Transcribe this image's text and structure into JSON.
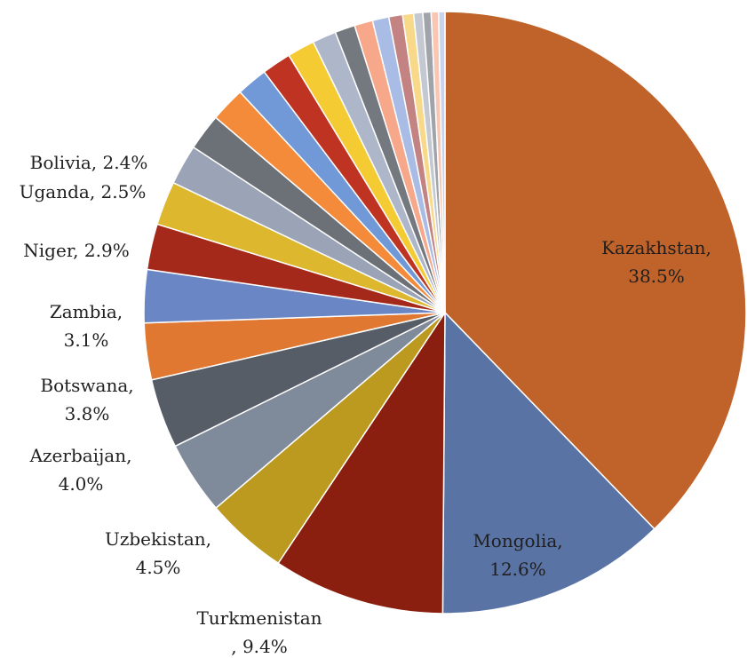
{
  "chart_data": {
    "type": "pie",
    "title": "",
    "start_angle_deg": 0,
    "direction": "clockwise",
    "slices": [
      {
        "label": "Kazakhstan",
        "value": 38.5,
        "display": "38.5%",
        "color": "#C0632B",
        "text": [
          "Kazakhstan,",
          "38.5%"
        ]
      },
      {
        "label": "Mongolia",
        "value": 12.6,
        "display": "12.6%",
        "color": "#5A73A5",
        "text": [
          "Mongolia,",
          "12.6%"
        ]
      },
      {
        "label": "Turkmenistan",
        "value": 9.4,
        "display": "9.4%",
        "color": "#8A1F10",
        "text": [
          "Turkmenistan",
          ", 9.4%"
        ]
      },
      {
        "label": "Uzbekistan",
        "value": 4.5,
        "display": "4.5%",
        "color": "#BC9A20",
        "text": [
          "Uzbekistan,",
          "4.5%"
        ]
      },
      {
        "label": "Azerbaijan",
        "value": 4.0,
        "display": "4.0%",
        "color": "#7F8A9A",
        "text": [
          "Azerbaijan,",
          "4.0%"
        ]
      },
      {
        "label": "Botswana",
        "value": 3.8,
        "display": "3.8%",
        "color": "#575D66",
        "text": [
          "Botswana,",
          "3.8%"
        ]
      },
      {
        "label": "Zambia",
        "value": 3.1,
        "display": "3.1%",
        "color": "#E07832",
        "text": [
          "Zambia,",
          "3.1%"
        ]
      },
      {
        "label": "Niger",
        "value": 2.9,
        "display": "2.9%",
        "color": "#6A86C4",
        "text": [
          "Niger, 2.9%"
        ]
      },
      {
        "label": "Uganda",
        "value": 2.5,
        "display": "2.5%",
        "color": "#A4291A",
        "text": [
          "Uganda, 2.5%"
        ]
      },
      {
        "label": "Bolivia",
        "value": 2.4,
        "display": "2.4%",
        "color": "#DDB72E",
        "text": [
          "Bolivia, 2.4%"
        ]
      },
      {
        "label": "",
        "value": 2.2,
        "color": "#9AA4B6",
        "text": []
      },
      {
        "label": "",
        "value": 2.0,
        "color": "#6C7178",
        "text": []
      },
      {
        "label": "",
        "value": 1.9,
        "color": "#F38B3A",
        "text": []
      },
      {
        "label": "",
        "value": 1.7,
        "color": "#7199D8",
        "text": []
      },
      {
        "label": "",
        "value": 1.6,
        "color": "#BF3322",
        "text": []
      },
      {
        "label": "",
        "value": 1.5,
        "color": "#F5CB34",
        "text": []
      },
      {
        "label": "",
        "value": 1.3,
        "color": "#AEB7C9",
        "text": []
      },
      {
        "label": "",
        "value": 1.1,
        "color": "#74787F",
        "text": []
      },
      {
        "label": "",
        "value": 1.0,
        "color": "#F8A88A",
        "text": []
      },
      {
        "label": "",
        "value": 0.9,
        "color": "#A8BCE6",
        "text": []
      },
      {
        "label": "",
        "value": 0.75,
        "color": "#C48383",
        "text": []
      },
      {
        "label": "",
        "value": 0.6,
        "color": "#F8D98A",
        "text": []
      },
      {
        "label": "",
        "value": 0.5,
        "color": "#C3C8D2",
        "text": []
      },
      {
        "label": "",
        "value": 0.45,
        "color": "#A0A4AA",
        "text": []
      },
      {
        "label": "",
        "value": 0.4,
        "color": "#F8C6B3",
        "text": []
      },
      {
        "label": "",
        "value": 0.35,
        "color": "#C8D3EE",
        "text": []
      }
    ]
  }
}
